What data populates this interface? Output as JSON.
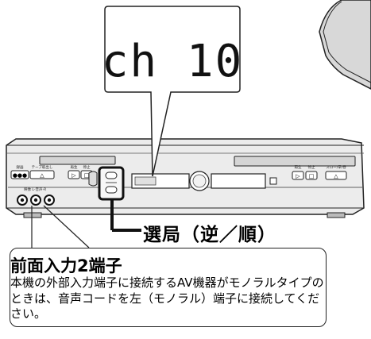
{
  "display": {
    "text": "ch 10"
  },
  "device": {
    "panel_labels": [
      "録画",
      "テープ取出し",
      "再生",
      "停止",
      "再生",
      "停止",
      "スロー/早/巻"
    ],
    "jack_label": "映像 L-音声-R"
  },
  "callouts": {
    "channel": "選局（逆／順）",
    "front_input": {
      "title": "前面入力2端子",
      "body": "本機の外部入力端子に接続するAV機器がモノラルタイプのときは、音声コードを左（モノラル）端子に接続してください。"
    }
  },
  "colors": {
    "body": "#e8e8e8",
    "outline": "#222222",
    "display_bg": "#ffffff"
  }
}
